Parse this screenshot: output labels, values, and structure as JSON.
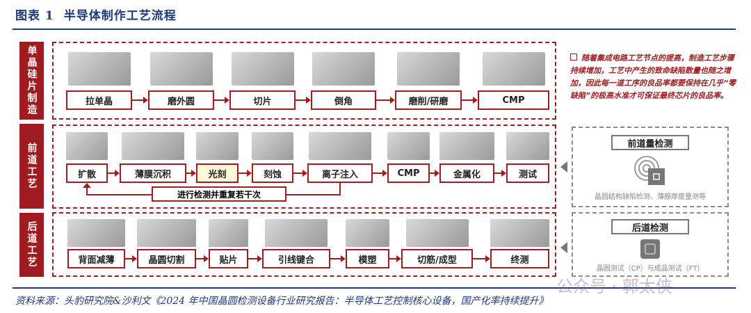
{
  "header": {
    "figure_label": "图表 1",
    "title": "半导体制作工艺流程"
  },
  "stages": [
    {
      "label": "单晶硅片制造",
      "steps": [
        "拉单晶",
        "磨外圆",
        "切片",
        "倒角",
        "磨削/研磨",
        "CMP"
      ]
    },
    {
      "label": "前道工艺",
      "steps": [
        "扩散",
        "薄膜沉积",
        "光刻",
        "刻蚀",
        "离子注入",
        "CMP",
        "金属化",
        "测试"
      ],
      "loop_label": "进行检测并重复若干次"
    },
    {
      "label": "后道工艺",
      "steps": [
        "背面减薄",
        "晶圆切割",
        "贴片",
        "引线键合",
        "模塑",
        "切筋/成型",
        "终测"
      ]
    }
  ],
  "note": "随着集成电路工艺节点的提高，制造工艺步骤持续增加，工艺中产生的致命缺陷数量也随之增加，因此每一道工序的良品率都要保持在几乎“零缺陷”的极高水准才可保证最终芯片的良品率。",
  "inspection": [
    {
      "title": "前道量检测",
      "desc": "晶圆结构缺陷检测、薄膜厚度量测等",
      "icon": "wafer-inspection-icon"
    },
    {
      "title": "后道检测",
      "desc": "晶圆测试（CP）与成品测试（FT）",
      "icon": "chip-test-icon"
    }
  ],
  "source": "资料来源：头豹研究院&沙利文《2024 年中国晶圆检测设备行业研究报告：半导体工艺控制核心设备，国产化率持续提升》",
  "watermark": "公众号 · 郭太侠",
  "colors": {
    "accent": "#a01c20",
    "title": "#1f3a7a",
    "gray": "#8c8c8c"
  }
}
